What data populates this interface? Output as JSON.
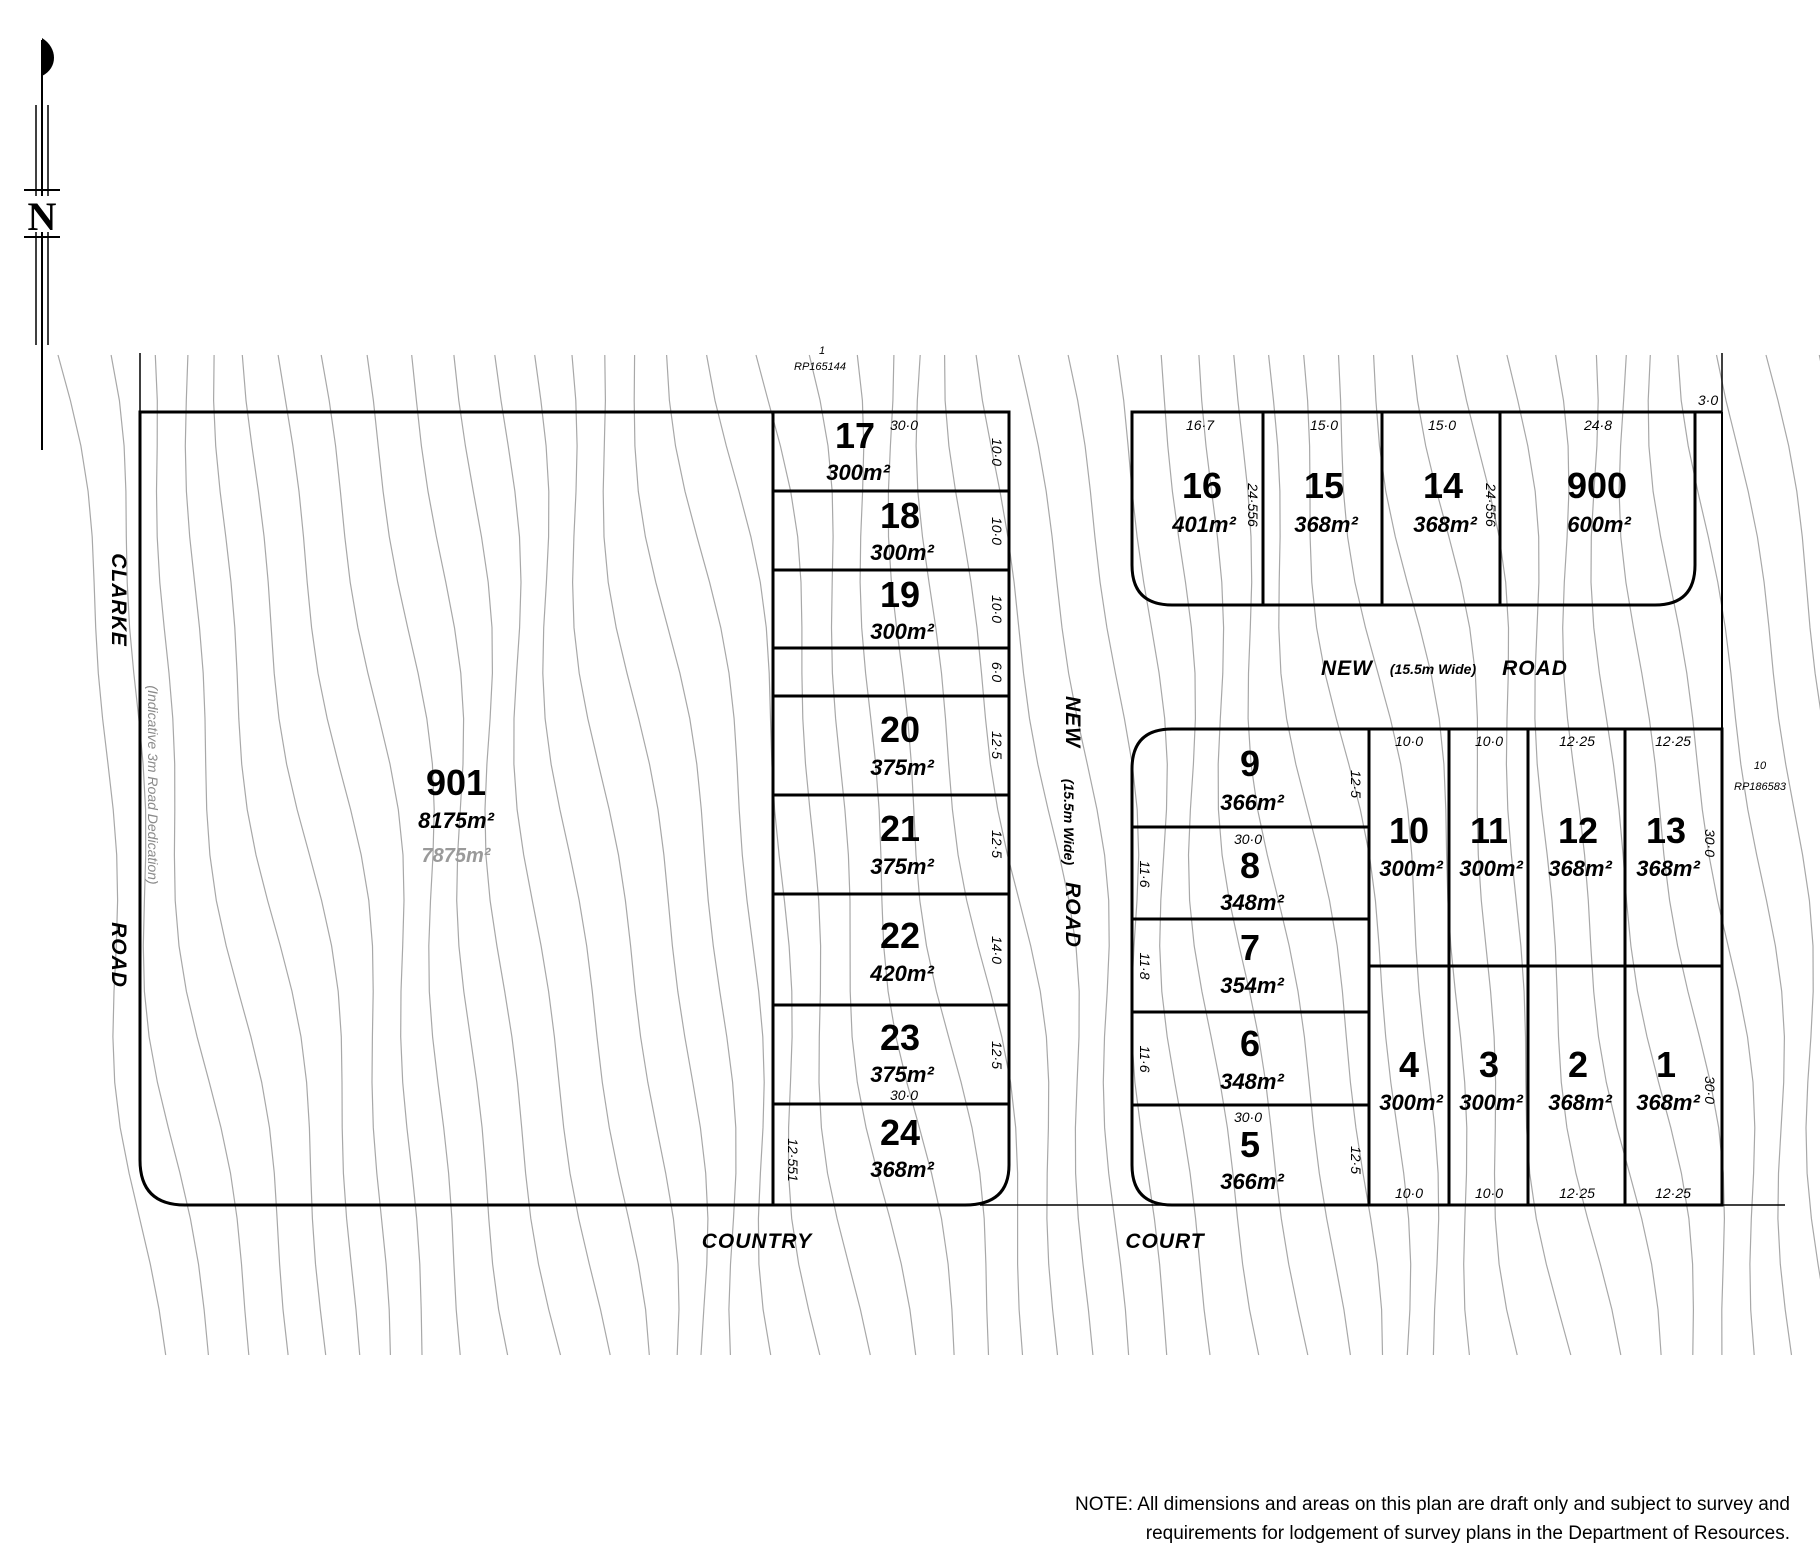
{
  "north_arrow": {
    "letter": "N"
  },
  "lots": [
    {
      "id": "lot-17",
      "number": "17",
      "area": "300m²"
    },
    {
      "id": "lot-18",
      "number": "18",
      "area": "300m²"
    },
    {
      "id": "lot-19",
      "number": "19",
      "area": "300m²"
    },
    {
      "id": "lot-20",
      "number": "20",
      "area": "375m²"
    },
    {
      "id": "lot-21",
      "number": "21",
      "area": "375m²"
    },
    {
      "id": "lot-22",
      "number": "22",
      "area": "420m²"
    },
    {
      "id": "lot-23",
      "number": "23",
      "area": "375m²"
    },
    {
      "id": "lot-24",
      "number": "24",
      "area": "368m²"
    },
    {
      "id": "lot-16",
      "number": "16",
      "area": "401m²"
    },
    {
      "id": "lot-15",
      "number": "15",
      "area": "368m²"
    },
    {
      "id": "lot-14",
      "number": "14",
      "area": "368m²"
    },
    {
      "id": "lot-900",
      "number": "900",
      "area": "600m²"
    },
    {
      "id": "lot-9",
      "number": "9",
      "area": "366m²"
    },
    {
      "id": "lot-8",
      "number": "8",
      "area": "348m²"
    },
    {
      "id": "lot-7",
      "number": "7",
      "area": "354m²"
    },
    {
      "id": "lot-6",
      "number": "6",
      "area": "348m²"
    },
    {
      "id": "lot-5",
      "number": "5",
      "area": "366m²"
    },
    {
      "id": "lot-10",
      "number": "10",
      "area": "300m²"
    },
    {
      "id": "lot-11",
      "number": "11",
      "area": "300m²"
    },
    {
      "id": "lot-12",
      "number": "12",
      "area": "368m²"
    },
    {
      "id": "lot-13",
      "number": "13",
      "area": "368m²"
    },
    {
      "id": "lot-4",
      "number": "4",
      "area": "300m²"
    },
    {
      "id": "lot-3",
      "number": "3",
      "area": "300m²"
    },
    {
      "id": "lot-2",
      "number": "2",
      "area": "368m²"
    },
    {
      "id": "lot-1",
      "number": "1",
      "area": "368m²"
    }
  ],
  "lot_901": {
    "number": "901",
    "area": "8175m²",
    "area_after_dedication": "7875m²"
  },
  "dimensions": {
    "d17_top": "30·0",
    "d17_side": "10·0",
    "d18_side": "10·0",
    "d19_side": "10·0",
    "d_gap": "6·0",
    "d20_side": "12·5",
    "d21_side": "12·5",
    "d22_side": "14·0",
    "d23_side": "12·5",
    "d23_bottom": "30·0",
    "d24_side": "12·551",
    "d16_top": "16·7",
    "d15_top": "15·0",
    "d14_top": "15·0",
    "d900_top": "24·8",
    "d_corner": "3·0",
    "d16_side": "24·556",
    "d14_side": "24·556",
    "d9_side": "12·5",
    "d8_top": "30·0",
    "d8_side": "11·6",
    "d7_side": "11·8",
    "d6_side": "11·6",
    "d5_top": "30·0",
    "d5_side": "12·5",
    "d10_top": "10·0",
    "d11_top": "10·0",
    "d12_top": "12·25",
    "d13_top": "12·25",
    "d13_side": "30·0",
    "d4_bottom": "10·0",
    "d3_bottom": "10·0",
    "d2_bottom": "12·25",
    "d1_bottom": "12·25",
    "d1_side": "30·0"
  },
  "roads": {
    "clarke_word1": "CLARKE",
    "clarke_word2": "ROAD",
    "dedication": "(Indicative 3m Road Dedication)",
    "country": "COUNTRY",
    "court": "COURT",
    "new_h_1": "NEW",
    "new_h_width": "(15.5m Wide)",
    "new_h_2": "ROAD",
    "new_v_1": "NEW",
    "new_v_width": "(15.5m Wide)",
    "new_v_2": "ROAD"
  },
  "adjoining": {
    "north_lot": "1",
    "north_plan": "RP165144",
    "east_lot": "10",
    "east_plan": "RP186583"
  },
  "note": {
    "line1": "NOTE:  All dimensions and areas on this plan are draft only and subject to survey and",
    "line2": "requirements for lodgement of survey plans in the Department of Resources."
  }
}
